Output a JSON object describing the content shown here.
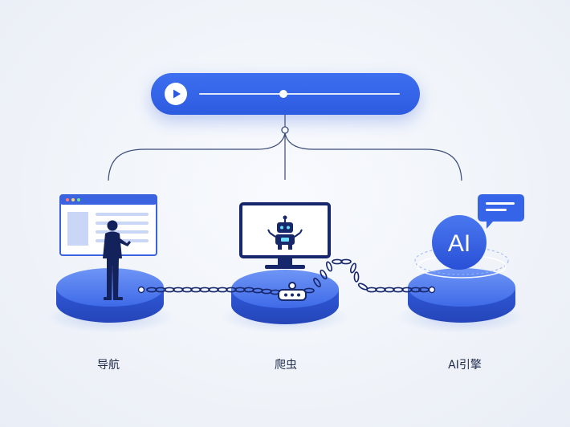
{
  "nodes": [
    {
      "id": "nav",
      "label": "导航",
      "icon": "browser-user-icon"
    },
    {
      "id": "crawler",
      "label": "爬虫",
      "icon": "robot-monitor-icon"
    },
    {
      "id": "ai",
      "label": "AI引擎",
      "icon": "ai-chat-icon"
    }
  ],
  "ai_badge_text": "AI",
  "player": {
    "icon": "play-icon",
    "progress": 0.42
  },
  "colors": {
    "primary": "#2f5fe3",
    "primary_light": "#5b86f2",
    "line": "#3b4a78",
    "text": "#1e2a4a"
  }
}
